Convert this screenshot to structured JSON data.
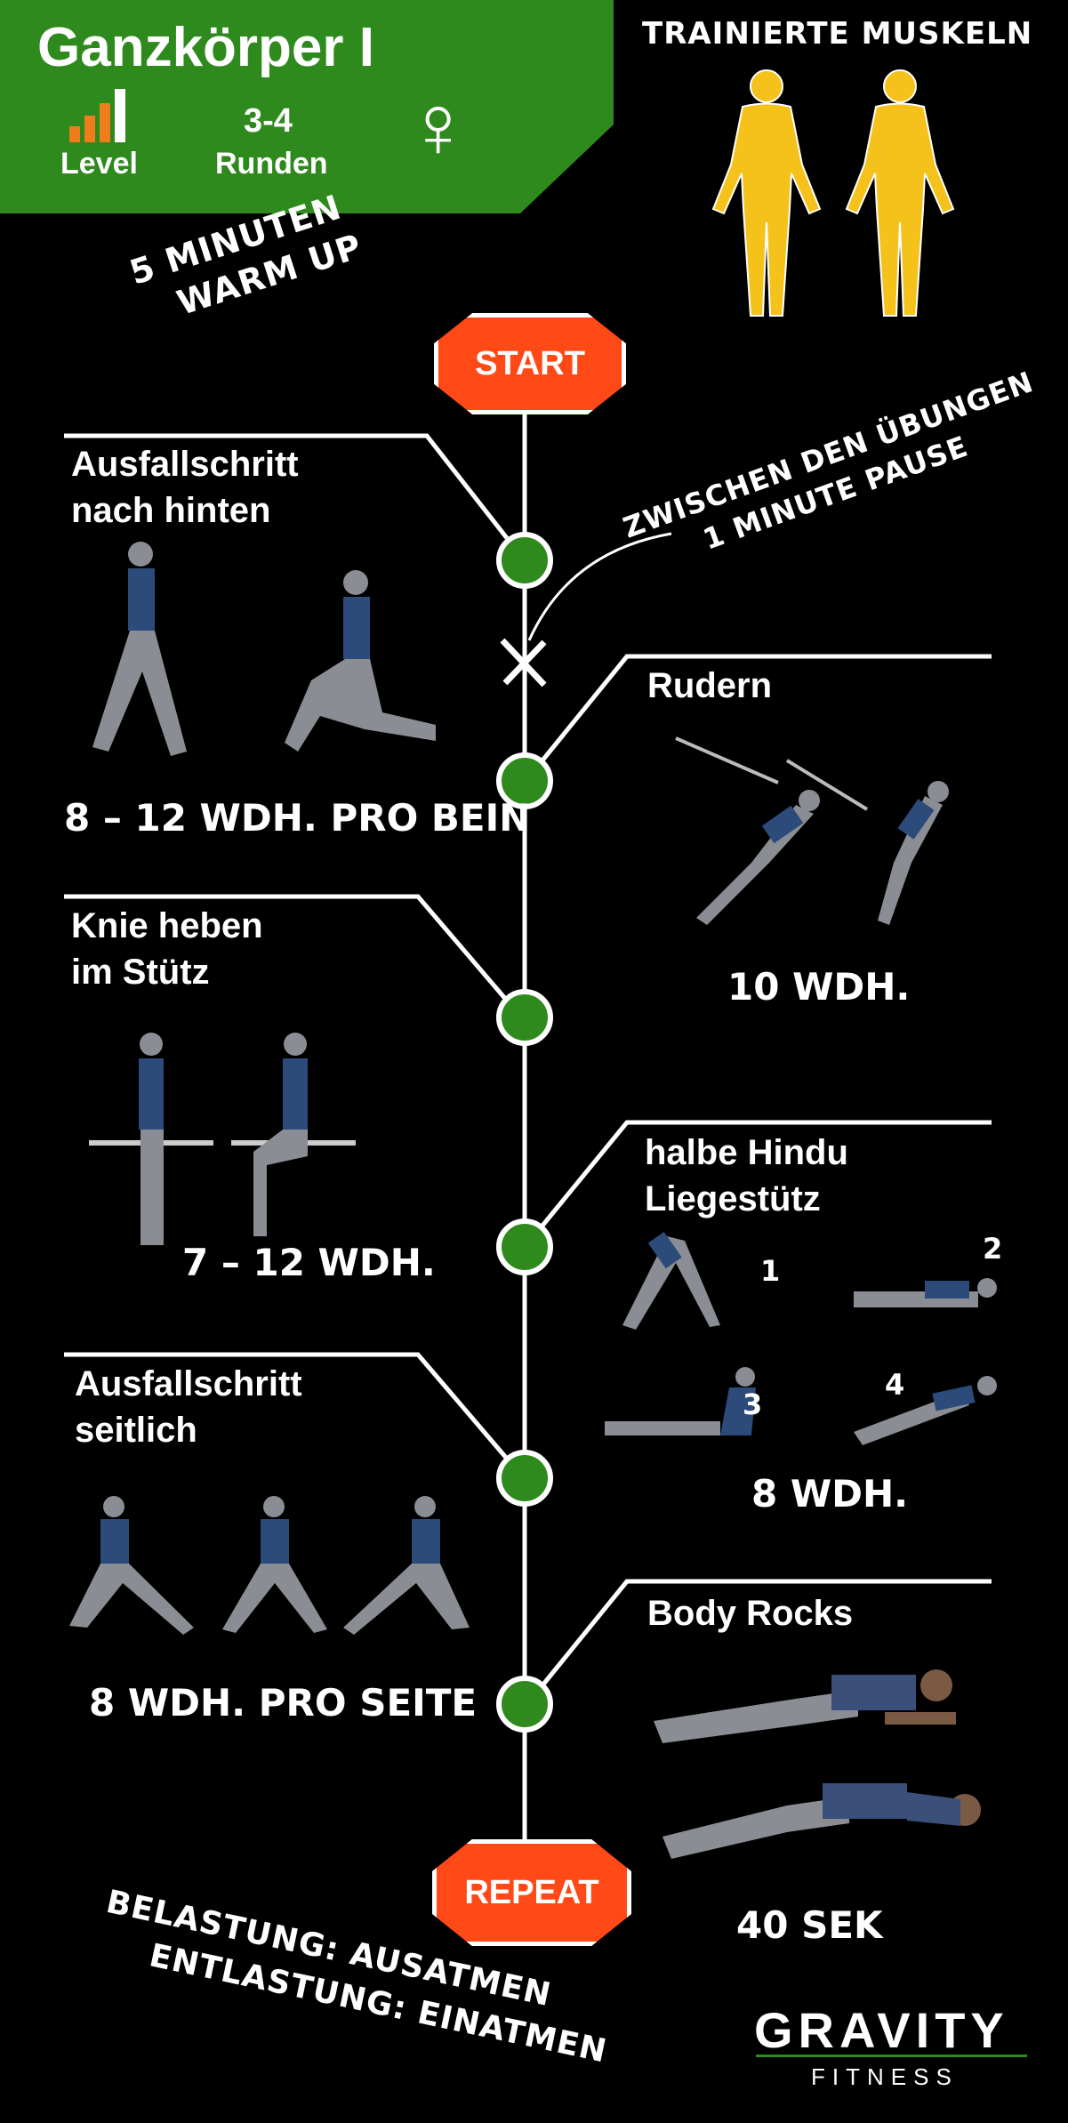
{
  "header": {
    "title": "Ganzkörper I",
    "level_label": "Level",
    "rounds_value": "3-4",
    "rounds_label": "Runden",
    "gender_symbol": "♀",
    "level_icon": "level-bars-icon"
  },
  "muscles_heading": "TRAINIERTE MUSKELN",
  "warmup": {
    "line1": "5 MINUTEN",
    "line2": "WARM UP"
  },
  "pause_note": {
    "line1": "ZWISCHEN DEN ÜBUNGEN",
    "line2": "1 MINUTE PAUSE"
  },
  "start_label": "START",
  "repeat_label": "REPEAT",
  "exercises": [
    {
      "title": "Ausfallschritt\nnach hinten",
      "reps": "8 – 12 WDH. PRO BEIN"
    },
    {
      "title": "Rudern",
      "reps": "10 WDH."
    },
    {
      "title": "Knie heben\nim Stütz",
      "reps": "7 – 12 WDH."
    },
    {
      "title": "halbe Hindu\nLiegestütz",
      "reps": "8 WDH.",
      "steps": [
        "1",
        "2",
        "3",
        "4"
      ]
    },
    {
      "title": "Ausfallschritt\nseitlich",
      "reps": "8 WDH. PRO SEITE"
    },
    {
      "title": "Body Rocks",
      "reps": "40 SEK"
    }
  ],
  "breathing": {
    "line1": "BELASTUNG: AUSATMEN",
    "line2": "ENTLASTUNG: EINATMEN"
  },
  "logo": {
    "main": "GRAVITY",
    "sub": "FITNESS"
  },
  "colors": {
    "green": "#2f8a1e",
    "orange": "#ff4a17",
    "muscle_yellow": "#f5c21b",
    "level_orange": "#f07d1c"
  }
}
